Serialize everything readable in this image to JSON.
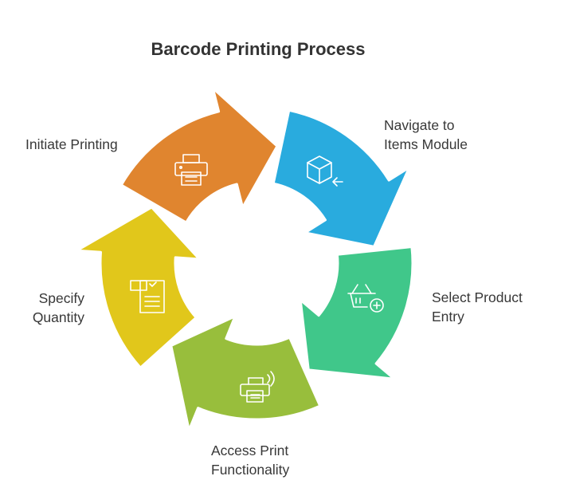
{
  "title": "Barcode Printing Process",
  "steps": [
    {
      "label_lines": [
        "Navigate to",
        "Items Module"
      ],
      "color": "#29ABDE",
      "icon": "box-arrow-icon"
    },
    {
      "label_lines": [
        "Select Product",
        "Entry"
      ],
      "color": "#40C78A",
      "icon": "basket-plus-icon"
    },
    {
      "label_lines": [
        "Access Print",
        "Functionality"
      ],
      "color": "#98BE3C",
      "icon": "wireless-printer-icon"
    },
    {
      "label_lines": [
        "Specify",
        "Quantity"
      ],
      "color": "#E1C71B",
      "icon": "form-checklist-icon"
    },
    {
      "label_lines": [
        "Initiate Printing"
      ],
      "color": "#E0852F",
      "icon": "printer-icon"
    }
  ]
}
